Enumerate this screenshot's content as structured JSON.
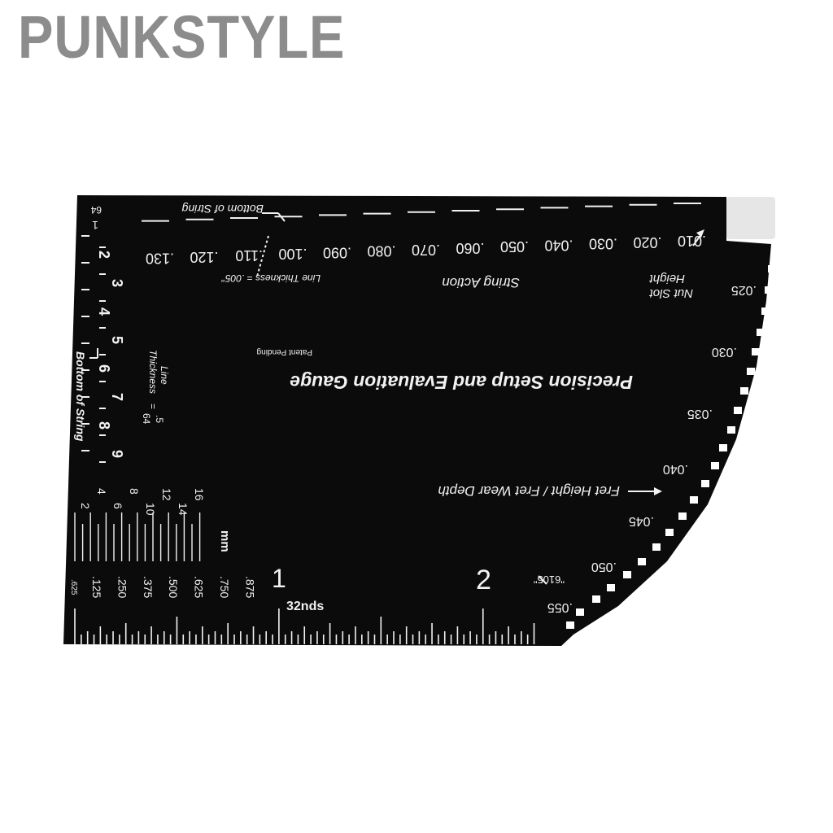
{
  "brand": {
    "name": "PUNKSTYLE"
  },
  "gauge": {
    "title": "Precision Setup and Evaluation Gauge",
    "patent": "Patent Pending",
    "string_action": "String Action",
    "line_thickness_top": "Line Thickness = .005\"",
    "bottom_of_string_top": "Bottom of String",
    "nut_slot_line1": "Nut Slot",
    "nut_slot_line2": "Height",
    "fret_height": "Fret Height / Fret Wear Depth",
    "model": "\"6105\"",
    "bottom_of_string_left": "Bottom of String",
    "line_thickness_left": "Line",
    "line_thickness_left2": "Thickness",
    "line_thickness_eq": "=",
    "frac_num": ".5",
    "frac_den": "64",
    "sixtyfourth_num": "1",
    "sixtyfourth_den": "64",
    "mm_label": "mm",
    "inch_1": "1",
    "inch_2": "2",
    "thirtyseconds": "32nds",
    "action_values": [
      ".010",
      ".020",
      ".030",
      ".040",
      ".050",
      ".060",
      ".070",
      ".080",
      ".090",
      ".100",
      ".110",
      ".120",
      ".130"
    ],
    "fret_values": [
      ".025",
      ".030",
      ".035",
      ".040",
      ".045",
      ".050",
      ".055"
    ],
    "left_numbers": [
      "2",
      "3",
      "4",
      "5",
      "6",
      "7",
      "8",
      "9"
    ],
    "mm_top": [
      "4",
      "8",
      "12",
      "16"
    ],
    "mm_bottom": [
      "2",
      "6",
      "10",
      "14"
    ],
    "inch_fractions": [
      ".125",
      ".250",
      ".375",
      ".500",
      ".625",
      ".750",
      ".875"
    ],
    "inch_small": ".625"
  },
  "colors": {
    "gauge": "#0b0b0b",
    "marking": "#f2f2f2",
    "brand": "#8c8c8c",
    "clip": "#e6e6e6"
  }
}
